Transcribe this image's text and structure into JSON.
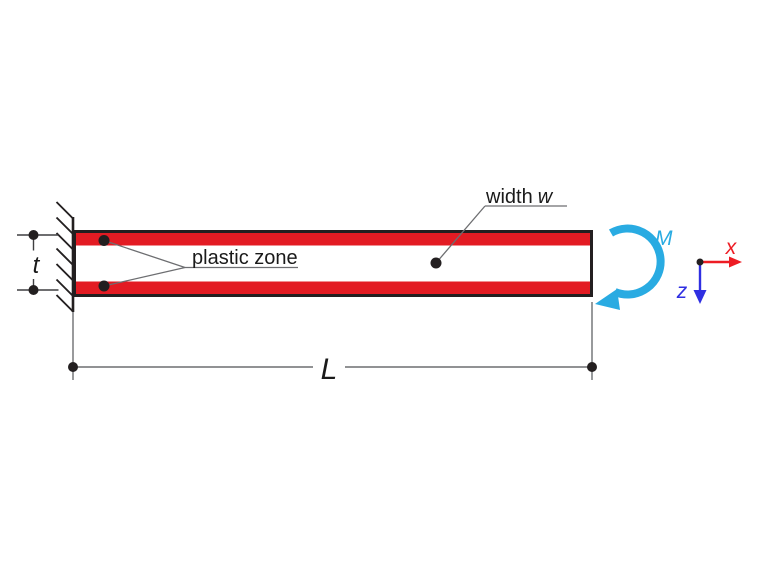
{
  "diagram": {
    "beam": {
      "plastic_zone_label": "plastic zone",
      "width_label": "width",
      "width_symbol": "w"
    },
    "dimensions": {
      "thickness_symbol": "t",
      "length_symbol": "L"
    },
    "moment": {
      "symbol": "M"
    },
    "axes": {
      "x_symbol": "x",
      "z_symbol": "z"
    }
  },
  "colors": {
    "plastic_red": "#E31B23",
    "outline_black": "#231F20",
    "moment_cyan": "#29ABE2",
    "axis_red": "#ED1C24",
    "axis_blue": "#2F2FE2",
    "dim_gray": "#6D6E71",
    "dim_dark": "#3F3F41",
    "background": "#FFFFFF"
  }
}
